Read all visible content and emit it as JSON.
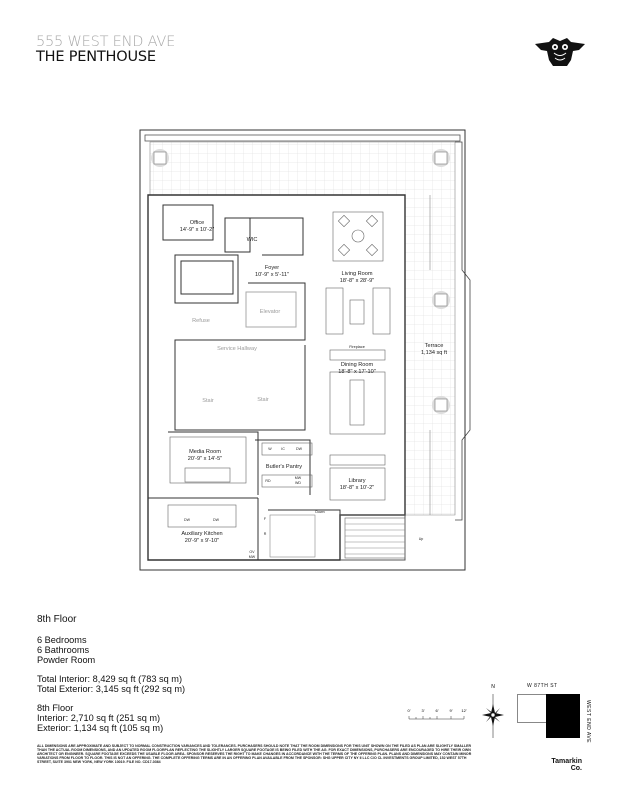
{
  "header": {
    "address": "555 WEST END AVE",
    "title": "THE PENTHOUSE",
    "logo": "owl-emblem"
  },
  "plan": {
    "rooms": [
      {
        "name": "Office",
        "dims": "14'-9\" x 10'-2\""
      },
      {
        "name": "WIC",
        "dims": ""
      },
      {
        "name": "Foyer",
        "dims": "10'-9\" x 5'-11\""
      },
      {
        "name": "Living Room",
        "dims": "18'-8\" x 28'-9\""
      },
      {
        "name": "Elevator",
        "dims": ""
      },
      {
        "name": "Refuse",
        "dims": ""
      },
      {
        "name": "Service Hallway",
        "dims": ""
      },
      {
        "name": "Fireplace",
        "dims": ""
      },
      {
        "name": "Dining Room",
        "dims": "18'-8\" x 17'-10\""
      },
      {
        "name": "Terrace",
        "dims": "1,134 sq ft"
      },
      {
        "name": "Stair",
        "dims": ""
      },
      {
        "name": "Stair",
        "dims": ""
      },
      {
        "name": "Media Room",
        "dims": "20'-9\" x 14'-5\""
      },
      {
        "name": "Butler's Pantry",
        "dims": ""
      },
      {
        "name": "Library",
        "dims": "18'-8\" x 10'-2\""
      },
      {
        "name": "Auxiliary Kitchen",
        "dims": "20'-9\" x 9'-10\""
      }
    ],
    "fixtures": {
      "w": "W",
      "ic": "IC",
      "dw1": "DW",
      "rd": "RD",
      "mw": "MW",
      "wd": "WD",
      "dw2": "DW",
      "dw3": "DW",
      "f": "F",
      "r": "R",
      "ov": "OV",
      "mw2": "MW",
      "down": "Down",
      "up": "Up"
    }
  },
  "summary": {
    "floor": "8th Floor",
    "features": [
      "6 Bedrooms",
      "6 Bathrooms",
      "Powder Room"
    ],
    "totals": [
      "Total Interior: 8,429 sq ft (783 sq m)",
      "Total Exterior: 3,145 sq ft (292 sq m)"
    ],
    "floor_label": "8th Floor",
    "floor_stats": [
      "Interior: 2,710 sq ft (251 sq m)",
      "Exterior: 1,134 sq ft (105 sq m)"
    ]
  },
  "scale": {
    "ticks": [
      "0'",
      "3'",
      "6'",
      "9'",
      "12'"
    ]
  },
  "compass": {
    "north": "N"
  },
  "location": {
    "street": "W 87TH ST",
    "avenue": "WEST END AVE"
  },
  "disclaimer": "All dimensions are approximate and subject to normal construction variances and tolerances. Purchasers should note that the room dimensions for this unit shown on the filed AS plan are slightly smaller than the actual room dimensions, and an updated room floorplan reflecting the slightly larger square footage is being filed with the AG. For exact dimensions, purchasers are encouraged to hire their own architect or engineer. Square footage exceeds the usable floor area. Sponsor reserves the right to make changes in accordance with the terms of the offering plan. Plans and dimensions may contain minor variations from floor to floor. This is not an offering. The complete offering terms are in an offering plan available from the sponsor: SHG Upper City NY II LLC c/o CL Investments Group Limited, 152 West 57th Street, Suite 3901 New York, New York 10019. File No. CD17-0364",
  "brand": "Tamarkin Co."
}
